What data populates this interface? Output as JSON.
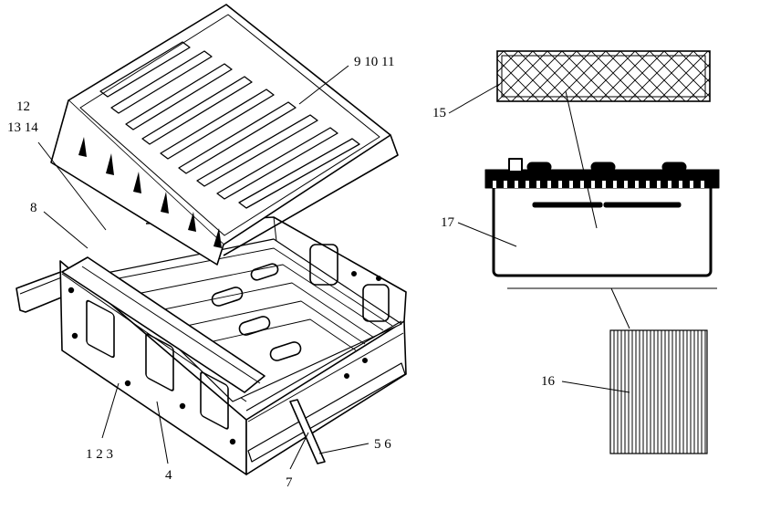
{
  "labels": {
    "l1": "1 2 3",
    "l4": "4",
    "l5": "5 6",
    "l7": "7",
    "l8": "8",
    "l9": "9 10 11",
    "l12": "12",
    "l13": "13 14",
    "l15": "15",
    "l16": "16",
    "l17": "17"
  }
}
